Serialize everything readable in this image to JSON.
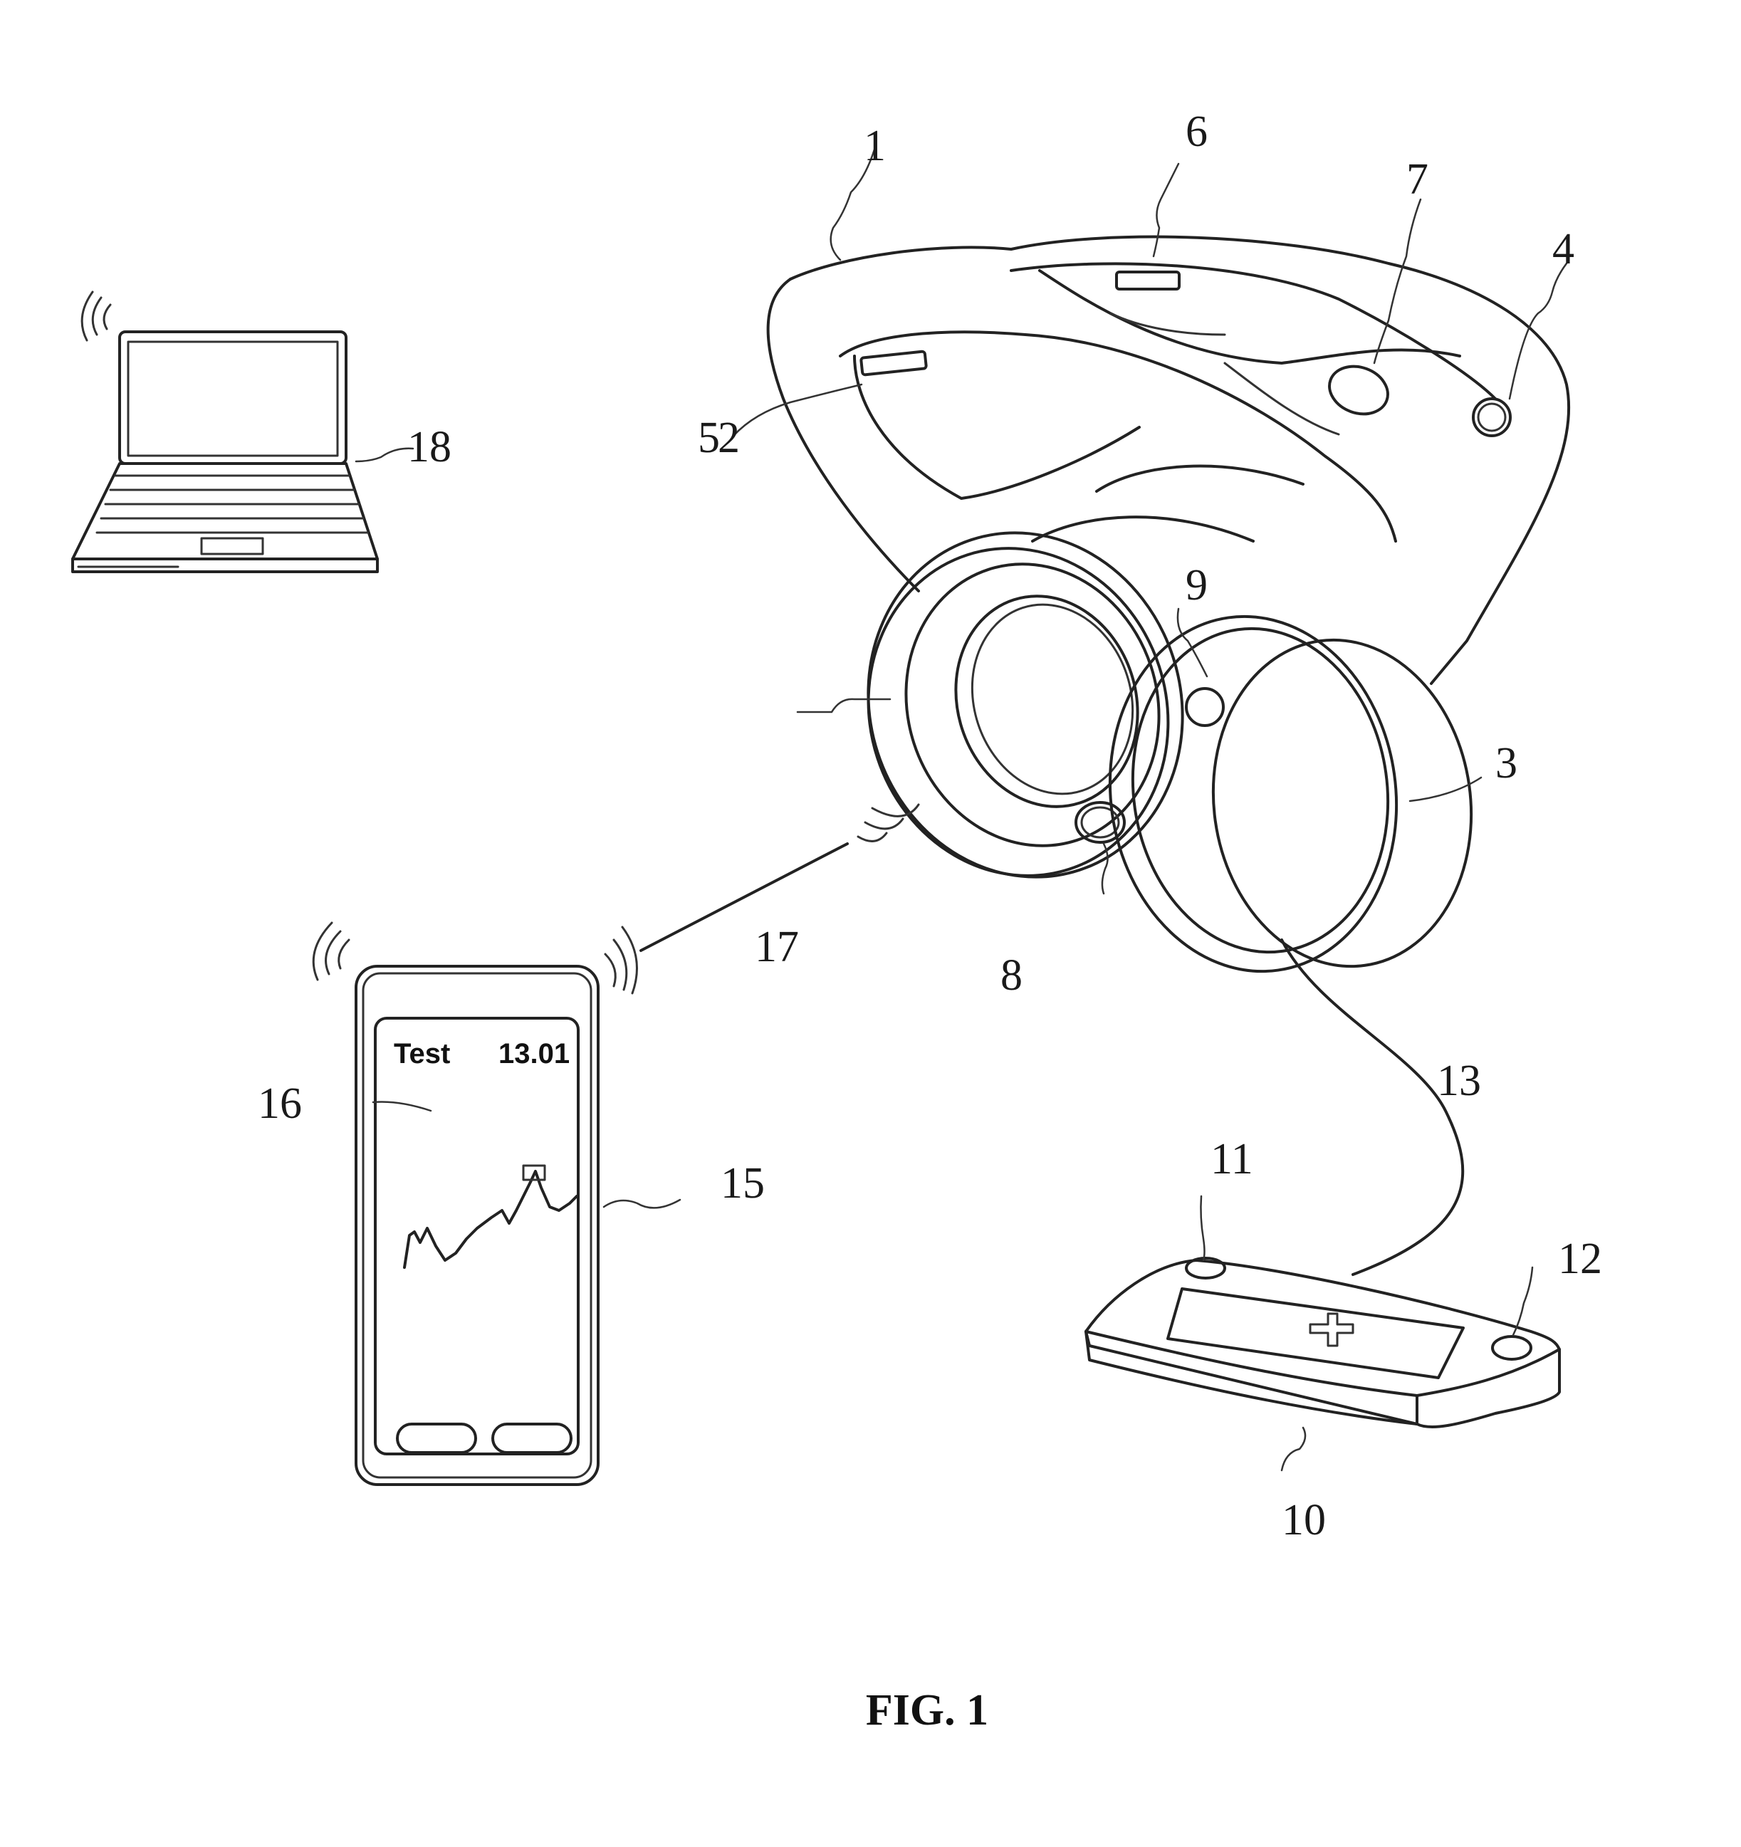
{
  "figure": {
    "caption": "FIG. 1"
  },
  "reference_numerals": {
    "headband": "1",
    "left_earcup": "2",
    "right_earcup": "3",
    "sensor_4": "4",
    "sensor_5": "5",
    "sensor_6": "6",
    "sensor_7": "7",
    "sensor_8": "8",
    "sensor_9": "9",
    "controller": "10",
    "controller_button_left": "11",
    "controller_button_right": "12",
    "cable": "13",
    "smartphone": "15",
    "phone_display": "16",
    "wireless_link": "17",
    "laptop": "18"
  },
  "phone_screen": {
    "title": "Test",
    "value": "13.01"
  },
  "icons": [
    "laptop-icon",
    "smartphone-icon",
    "headphones-icon",
    "controller-icon",
    "wireless-signal-icon"
  ]
}
